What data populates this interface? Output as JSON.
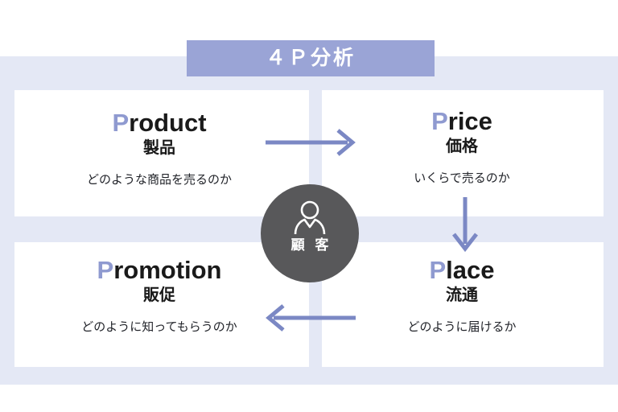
{
  "title": {
    "text": "４Ｐ分析",
    "background_color": "#9aa4d6",
    "text_color": "#ffffff"
  },
  "colors": {
    "frame_background": "#e4e8f5",
    "panel_background": "#ffffff",
    "accent_periwinkle": "#8f9ad0",
    "arrow_color": "#7b88c4",
    "circle_background": "#58585a",
    "heading_text": "#1a1a1a"
  },
  "quadrants": [
    {
      "id": "product",
      "accent_letter": "P",
      "heading_rest": "roduct",
      "heading_ja": "製品",
      "caption": "どのような商品を売るのか"
    },
    {
      "id": "price",
      "accent_letter": "P",
      "heading_rest": "rice",
      "heading_ja": "価格",
      "caption": "いくらで売るのか"
    },
    {
      "id": "promotion",
      "accent_letter": "P",
      "heading_rest": "romotion",
      "heading_ja": "販促",
      "caption": "どのように知ってもらうのか"
    },
    {
      "id": "place",
      "accent_letter": "P",
      "heading_rest": "lace",
      "heading_ja": "流通",
      "caption": "どのように届けるか"
    }
  ],
  "center": {
    "icon": "person-icon",
    "label": "顧 客"
  },
  "arrows": [
    {
      "id": "product-to-price",
      "direction": "right",
      "icon": "arrow-right-icon"
    },
    {
      "id": "price-to-place",
      "direction": "down",
      "icon": "arrow-down-icon"
    },
    {
      "id": "place-to-promotion",
      "direction": "left",
      "icon": "arrow-left-icon"
    }
  ]
}
